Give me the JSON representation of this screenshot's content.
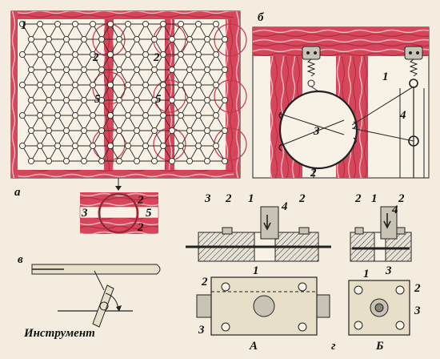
{
  "panels": {
    "a": "а",
    "b": "б",
    "v": "в",
    "g": "г"
  },
  "labels": {
    "n1": "1",
    "n2": "2",
    "n3": "3",
    "n4": "4",
    "n5": "5"
  },
  "views": {
    "A": "А",
    "B": "Б"
  },
  "tool_caption": "Инструмент",
  "colors": {
    "frame": "#c8364a",
    "frame_light": "#e6a0aa",
    "wire": "#2b2b2b",
    "metal": "#9a9a9a",
    "paper": "#f3ecdf"
  }
}
